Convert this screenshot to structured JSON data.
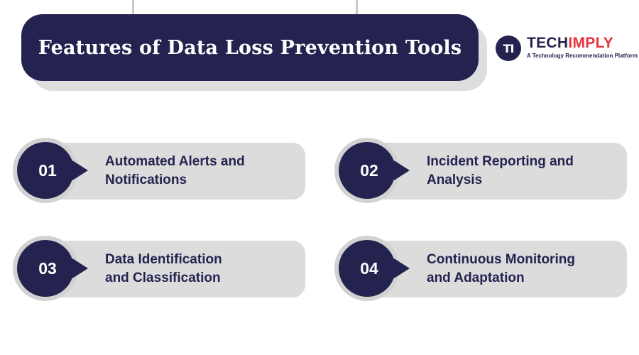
{
  "colors": {
    "navy": "#24234f",
    "accent_red": "#e8323f",
    "pill_gray": "#dcdcdc"
  },
  "header": {
    "title": "Features of Data Loss Prevention Tools"
  },
  "logo": {
    "mark": "TI",
    "word_tech": "TECH",
    "word_imply": "IMPLY",
    "tagline": "A Technology Recommendation Platform"
  },
  "features": [
    {
      "number": "01",
      "label": "Automated Alerts and\nNotifications"
    },
    {
      "number": "02",
      "label": "Incident Reporting and\nAnalysis"
    },
    {
      "number": "03",
      "label": "Data Identification\nand Classification"
    },
    {
      "number": "04",
      "label": "Continuous Monitoring\nand Adaptation"
    }
  ]
}
